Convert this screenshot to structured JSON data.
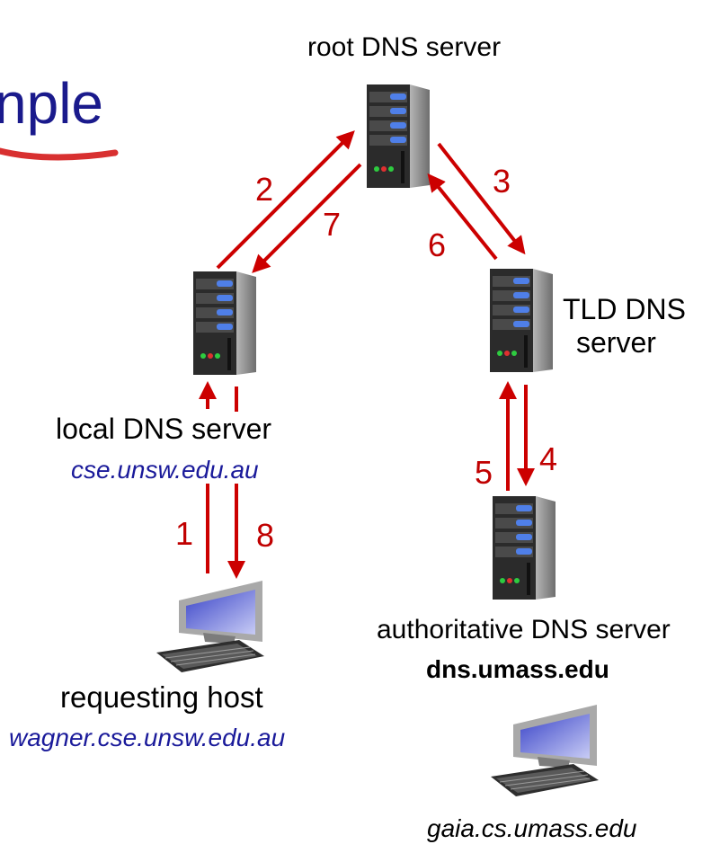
{
  "title_fragment": "nple",
  "root_server": {
    "label": "root DNS server"
  },
  "tld_server": {
    "label_line1": "TLD DNS",
    "label_line2": "server"
  },
  "local_server": {
    "label": "local DNS server",
    "domain": "cse.unsw.edu.au"
  },
  "auth_server": {
    "label": "authoritative DNS server",
    "domain": "dns.umass.edu"
  },
  "requesting_host": {
    "label": "requesting host",
    "domain": "wagner.cse.unsw.edu.au"
  },
  "target_host": {
    "domain": "gaia.cs.umass.edu"
  },
  "steps": [
    "1",
    "2",
    "3",
    "4",
    "5",
    "6",
    "7",
    "8"
  ],
  "colors": {
    "arrow": "#cc0000",
    "title": "#1a1a8c",
    "domain_italic": "#1a1a9a"
  },
  "icons": {
    "server": "server-icon",
    "host": "desktop-computer-icon"
  }
}
